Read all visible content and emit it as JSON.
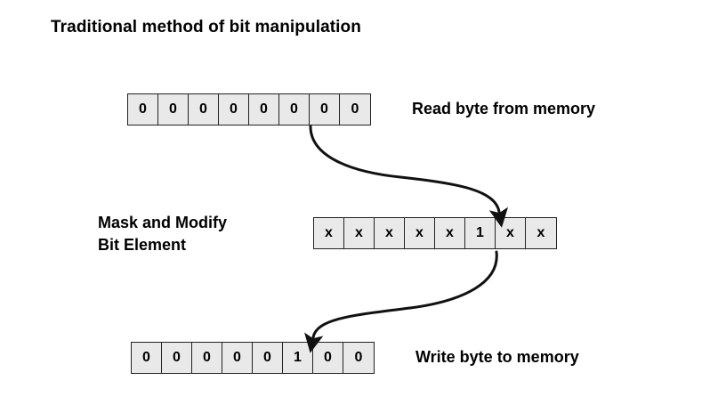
{
  "title": "Traditional method of bit manipulation",
  "rows": [
    {
      "id": "read",
      "label": "Read byte from memory",
      "bits": [
        "0",
        "0",
        "0",
        "0",
        "0",
        "0",
        "0",
        "0"
      ]
    },
    {
      "id": "mask",
      "label_line1": "Mask and Modify",
      "label_line2": "Bit Element",
      "bits": [
        "x",
        "x",
        "x",
        "x",
        "x",
        "1",
        "x",
        "x"
      ]
    },
    {
      "id": "write",
      "label": "Write byte to memory",
      "bits": [
        "0",
        "0",
        "0",
        "0",
        "0",
        "1",
        "0",
        "0"
      ]
    }
  ],
  "arrows": [
    {
      "name": "read-to-mask",
      "from_row": "read",
      "to_row": "mask",
      "to_bit_index": 5
    },
    {
      "name": "mask-to-write",
      "from_row": "mask",
      "to_row": "write",
      "to_bit_index": 5
    }
  ],
  "colors": {
    "cell_fill": "#e9e9e9",
    "cell_border": "#222222",
    "text": "#000000",
    "background": "#ffffff"
  }
}
